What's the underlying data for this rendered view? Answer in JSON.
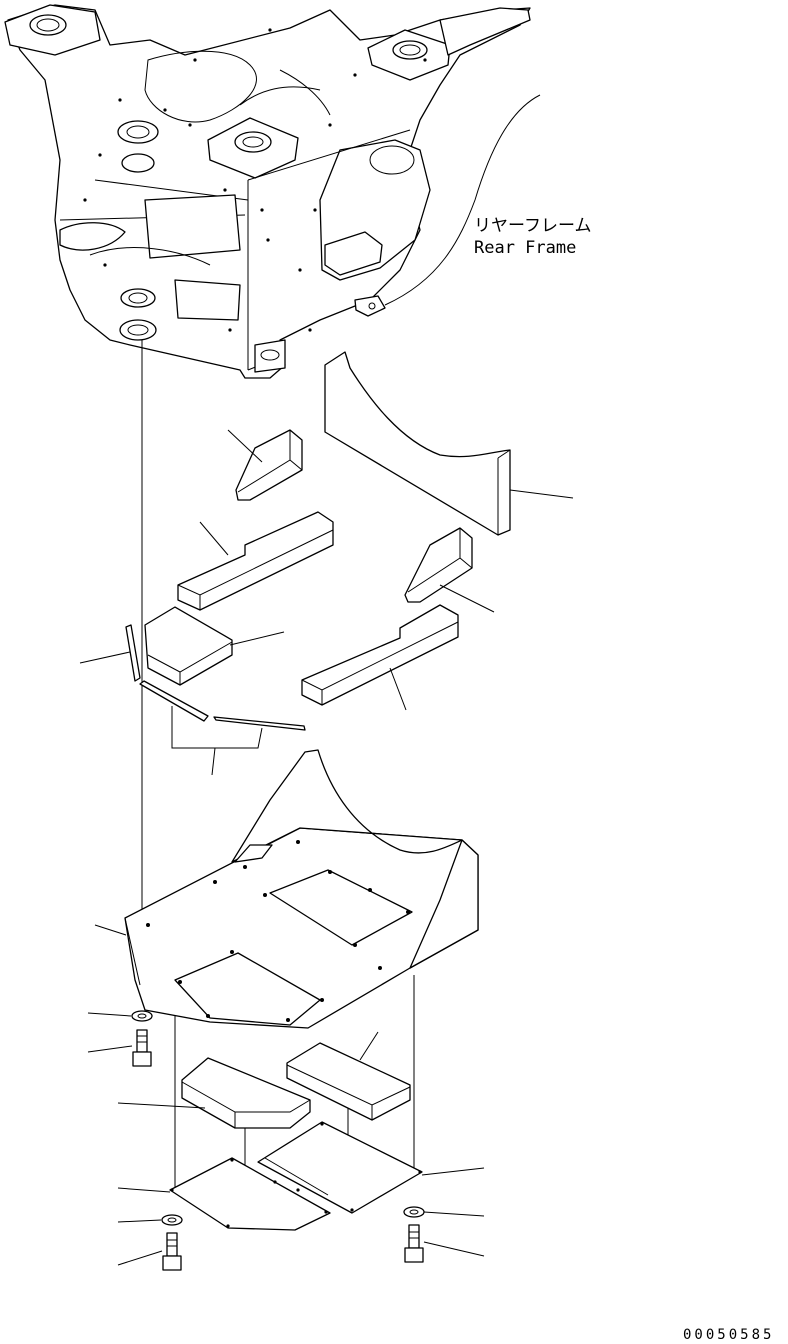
{
  "diagram": {
    "label_jp": "リヤーフレーム",
    "label_en": "Rear Frame",
    "figure_number": "00050585"
  }
}
